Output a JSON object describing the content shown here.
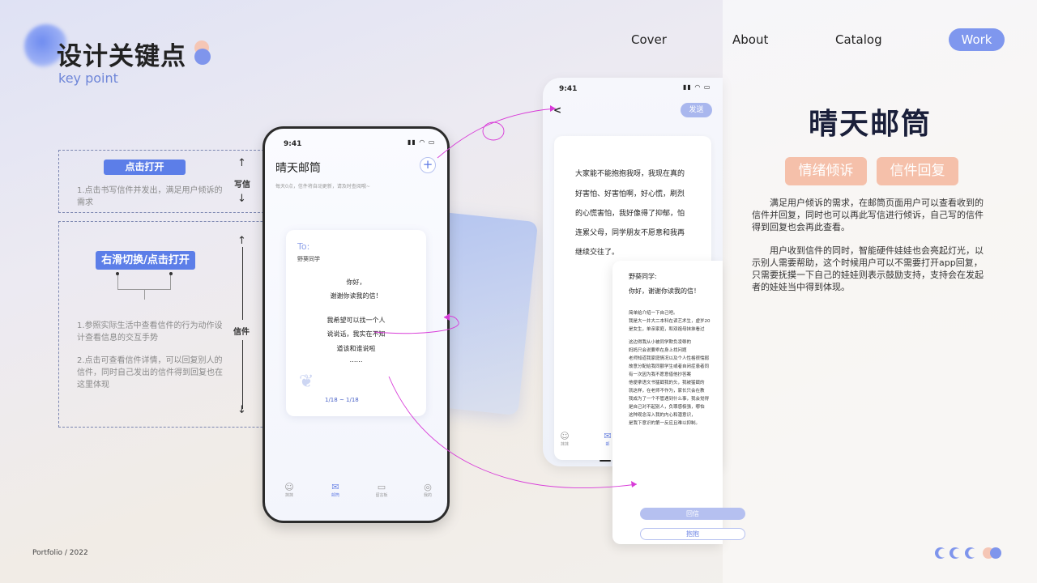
{
  "header": {
    "title": "设计关键点",
    "subtitle": "key point"
  },
  "nav": {
    "items": [
      "Cover",
      "About",
      "Catalog"
    ],
    "active": "Work"
  },
  "footer": {
    "text": "Portfolio / 2022"
  },
  "annotations": {
    "box1": {
      "button": "点击打开",
      "note": "1.点击书写信件并发出，满足用户倾诉的需求",
      "side_label": "写信"
    },
    "box2": {
      "button": "右滑切换/点击打开",
      "note1": "1.参照实际生活中查看信件的行为动作设计查看信息的交互手势",
      "note2": "2.点击可查看信件详情，可以回复别人的信件，同时自己发出的信件得到回复也在这里体现",
      "side_label": "信件"
    }
  },
  "phone_main": {
    "time": "9:41",
    "app_title": "晴天邮筒",
    "app_sub": "每天0点，信件将自动更新，请及时查阅哦~",
    "letter": {
      "to": "To:",
      "recipient": "野葵同学",
      "lines": [
        "你好，",
        "谢谢你读我的信！",
        "",
        "我希望可以找一个人",
        "说说话，我实在不知",
        "道该和谁说啦",
        "……"
      ],
      "date": "1/18 ~ 1/18"
    },
    "tabs": [
      {
        "icon": "☺",
        "label": "抹抹"
      },
      {
        "icon": "✉",
        "label": "邮筒"
      },
      {
        "icon": "▭",
        "label": "留言板"
      },
      {
        "icon": "◎",
        "label": "我的"
      }
    ]
  },
  "phone_read": {
    "time": "9:41",
    "back": "<",
    "send": "发送",
    "lines": [
      "大家能不能抱抱我呀，我现在真的",
      "好害怕、好害怕啊，好心慌，刷烈",
      "的心慌害怕，我好像得了抑郁，怕",
      "连累父母，同学朋友不愿意和我再",
      "继续交往了。"
    ],
    "tabs": [
      {
        "icon": "☺",
        "label": "抹抹"
      },
      {
        "icon": "✉",
        "label": "邮"
      }
    ]
  },
  "reply": {
    "to": "野葵同学:",
    "greeting": "你好，谢谢你读我的信！",
    "body": [
      "简单给介绍一下自己吧。",
      "我是大一井大二本科在读艺术生，虚岁20",
      "是女生，单亲家庭，和双祖母抹抹看过",
      "",
      "这边得我从小被同学欺负凌辱的",
      "妈妈只会说要乖在身上找问题",
      "老师知道我家庭情况以及个人性格很懦弱",
      "故意分配给我同额学生或者自闭症患者同",
      "有一次因为我不愿意借他抄答案",
      "他便拿语文书猛戳我的头，我被猛戳的",
      "就这样，在老师不作为，家长只会在教",
      "我成为了一个不管遇到什么事，我会觉得",
      "是自己对不起别人，负罪感极强，哪怕",
      "这种观念深入我的内心和潜意识，",
      "是我下意识的第一反应且难以抑制。"
    ],
    "btn_reply": "回信",
    "btn_hug": "抱抱"
  },
  "right": {
    "app_name": "晴天邮筒",
    "tags": [
      "情绪倾诉",
      "信件回复"
    ],
    "desc1": "满足用户倾诉的需求，在邮筒页面用户可以查看收到的信件并回复，同时也可以再此写信进行倾诉，自己写的信件得到回复也会再此查看。",
    "desc2": "用户收到信件的同时，智能硬件娃娃也会亮起灯光，以示别人需要帮助，这个时候用户可以不需要打开app回复，只需要抚摸一下自己的娃娃则表示鼓励支持，支持会在发起者的娃娃当中得到体现。"
  },
  "colors": {
    "accent": "#7f97ee",
    "button_blue": "#5c7ee8",
    "tag_peach": "#f5c0aa",
    "connector_magenta": "#d83bd8"
  }
}
